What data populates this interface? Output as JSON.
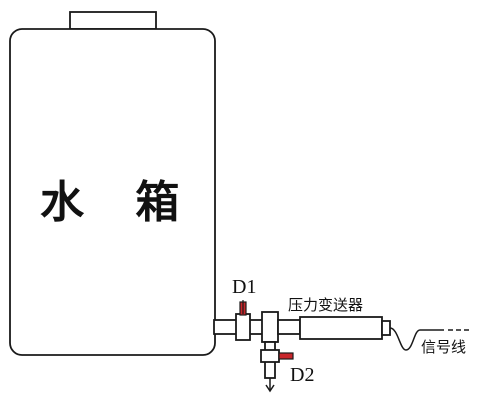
{
  "labels": {
    "tank": "水 箱",
    "valve_d1": "D1",
    "valve_d2": "D2",
    "pressure_transmitter": "压力变送器",
    "signal_line": "信号线"
  },
  "colors": {
    "stroke": "#1a1a1a",
    "valve_handle": "#c8262b",
    "background": "#ffffff"
  }
}
